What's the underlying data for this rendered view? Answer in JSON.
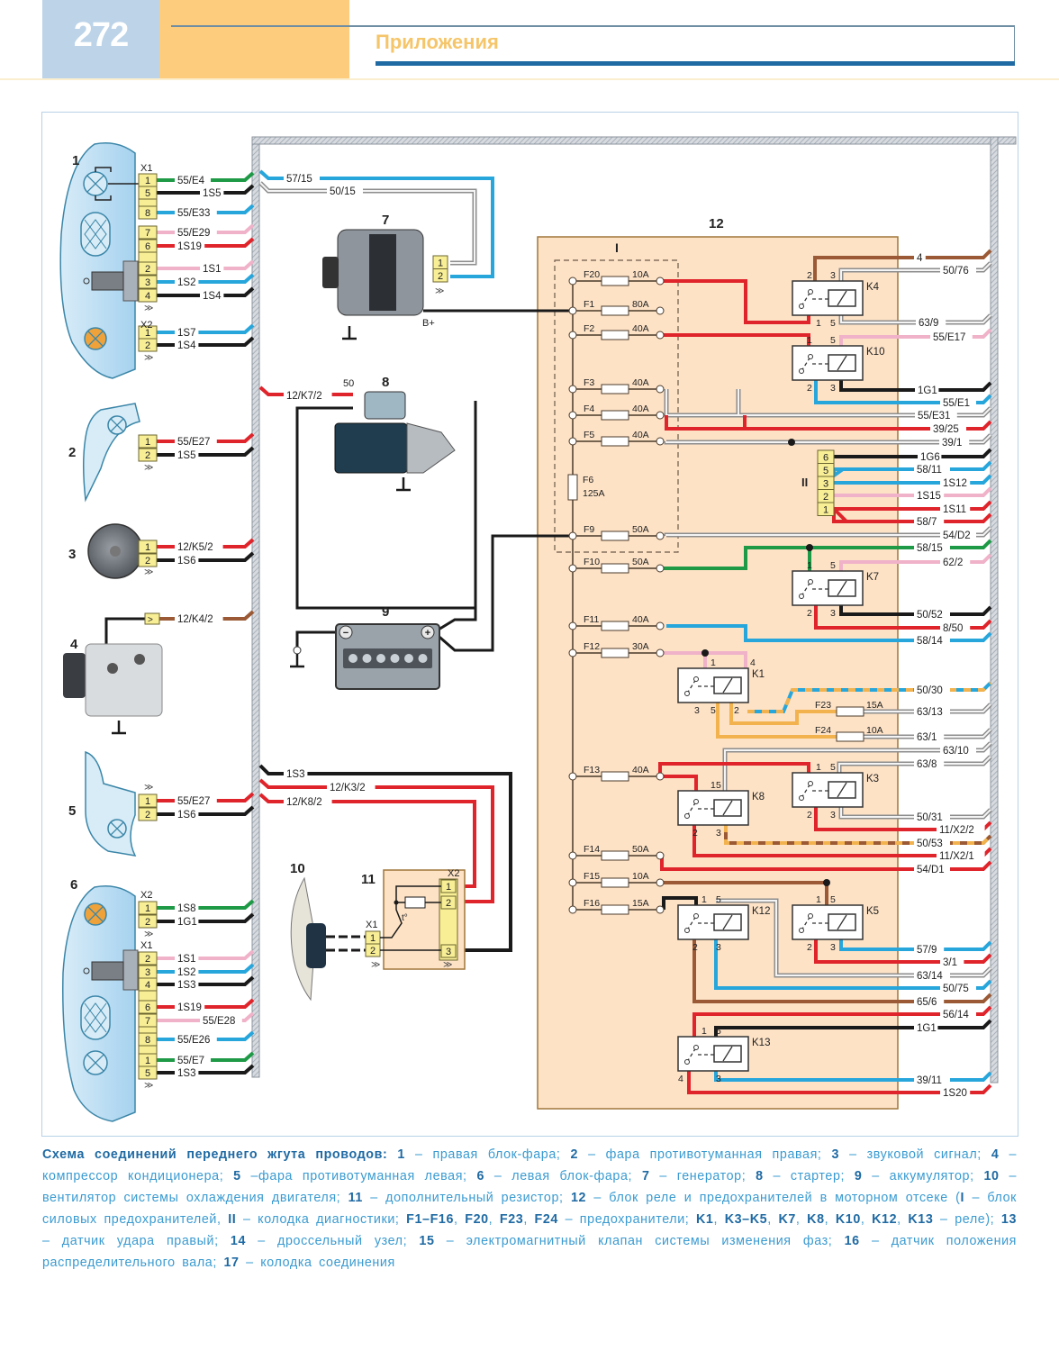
{
  "header": {
    "page_number": "272",
    "section_title": "Приложения"
  },
  "colors": {
    "green": "#1e9a46",
    "black": "#1a1a1a",
    "blue": "#27a6dc",
    "pink": "#f0b2c8",
    "red": "#e0242b",
    "gray": "#a9a9a9",
    "brown": "#9b5a35",
    "orange": "#f2b34e",
    "relay_block_bg": "#fde2c6",
    "connector_yellow": "#f8ee96"
  },
  "components": {
    "c1": {
      "number": "1",
      "name": "правая блок-фара"
    },
    "c2": {
      "number": "2",
      "name": "фара противотуманная правая"
    },
    "c3": {
      "number": "3",
      "name": "звуковой сигнал"
    },
    "c4": {
      "number": "4",
      "name": "компрессор кондиционера"
    },
    "c5": {
      "number": "5",
      "name": "фара противотуманная левая"
    },
    "c6": {
      "number": "6",
      "name": "левая блок-фара"
    },
    "c7": {
      "number": "7",
      "name": "генератор",
      "terminal": "B+"
    },
    "c8": {
      "number": "8",
      "name": "стартер",
      "terminal": "50"
    },
    "c9": {
      "number": "9",
      "name": "аккумулятор"
    },
    "c10": {
      "number": "10",
      "name": "вентилятор системы охлаждения двигателя"
    },
    "c11": {
      "number": "11",
      "name": "дополнительный резистор",
      "temp_label": "t°"
    },
    "c12": {
      "number": "12",
      "name": "блок реле и предохранителей в моторном отсеке",
      "sub_I": "I",
      "sub_II": "II"
    }
  },
  "left_wires": {
    "c1_x1": {
      "label": "X1",
      "pins": [
        {
          "pin": "1",
          "wire": "55/E4",
          "color": "green"
        },
        {
          "pin": "5",
          "wire": "1S5",
          "color": "black"
        },
        {
          "pin": "8",
          "wire": "55/E33",
          "color": "blue"
        },
        {
          "pin": "7",
          "wire": "55/E29",
          "color": "pink"
        },
        {
          "pin": "6",
          "wire": "1S19",
          "color": "red"
        },
        {
          "pin": "2",
          "wire": "1S1",
          "color": "pink"
        },
        {
          "pin": "3",
          "wire": "1S2",
          "color": "blue"
        },
        {
          "pin": "4",
          "wire": "1S4",
          "color": "black"
        }
      ]
    },
    "c1_x2": {
      "label": "X2",
      "pins": [
        {
          "pin": "1",
          "wire": "1S7",
          "color": "blue"
        },
        {
          "pin": "2",
          "wire": "1S4",
          "color": "black"
        }
      ]
    },
    "c2": {
      "pins": [
        {
          "pin": "1",
          "wire": "55/E27",
          "color": "red"
        },
        {
          "pin": "2",
          "wire": "1S5",
          "color": "black"
        }
      ]
    },
    "c3": {
      "pins": [
        {
          "pin": "1",
          "wire": "12/K5/2",
          "color": "red"
        },
        {
          "pin": "2",
          "wire": "1S6",
          "color": "black"
        }
      ]
    },
    "c4": {
      "pins": [
        {
          "pin": "",
          "wire": "12/K4/2",
          "color": "brown"
        }
      ]
    },
    "c5": {
      "pins": [
        {
          "pin": "1",
          "wire": "55/E27",
          "color": "red"
        },
        {
          "pin": "2",
          "wire": "1S6",
          "color": "black"
        }
      ]
    },
    "c6_x2": {
      "label": "X2",
      "pins": [
        {
          "pin": "1",
          "wire": "1S8",
          "color": "green"
        },
        {
          "pin": "2",
          "wire": "1G1",
          "color": "black"
        }
      ]
    },
    "c6_x1": {
      "label": "X1",
      "pins": [
        {
          "pin": "2",
          "wire": "1S1",
          "color": "pink"
        },
        {
          "pin": "3",
          "wire": "1S2",
          "color": "blue"
        },
        {
          "pin": "4",
          "wire": "1S3",
          "color": "black"
        },
        {
          "pin": "6",
          "wire": "1S19",
          "color": "red"
        },
        {
          "pin": "7",
          "wire": "55/E28",
          "color": "pink"
        },
        {
          "pin": "8",
          "wire": "55/E26",
          "color": "blue"
        },
        {
          "pin": "1",
          "wire": "55/E7",
          "color": "green"
        },
        {
          "pin": "5",
          "wire": "1S3",
          "color": "black"
        }
      ]
    }
  },
  "middle_wires": {
    "gen_1": {
      "pin": "1",
      "wire": "50/15",
      "color": "gray"
    },
    "gen_2": {
      "pin": "2",
      "wire": "57/15",
      "color": "blue"
    },
    "starter": {
      "wire": "12/K7/2",
      "color": "red"
    },
    "fan_1s3": {
      "wire": "1S3",
      "color": "black"
    },
    "fan_k3": {
      "wire": "12/K3/2",
      "color": "red"
    },
    "fan_k8": {
      "wire": "12/K8/2",
      "color": "red"
    },
    "res_x1": {
      "label": "X1",
      "pins": [
        "1",
        "2"
      ]
    },
    "res_x2": {
      "label": "X2",
      "pins": [
        "1",
        "2",
        "3"
      ]
    }
  },
  "fuses": [
    {
      "id": "F20",
      "rating": "10A"
    },
    {
      "id": "F1",
      "rating": "80A"
    },
    {
      "id": "F2",
      "rating": "40A"
    },
    {
      "id": "F3",
      "rating": "40A"
    },
    {
      "id": "F4",
      "rating": "40A"
    },
    {
      "id": "F5",
      "rating": "40A"
    },
    {
      "id": "F6",
      "rating": "125A"
    },
    {
      "id": "F9",
      "rating": "50A"
    },
    {
      "id": "F10",
      "rating": "50A"
    },
    {
      "id": "F11",
      "rating": "40A"
    },
    {
      "id": "F12",
      "rating": "30A"
    },
    {
      "id": "F13",
      "rating": "40A"
    },
    {
      "id": "F14",
      "rating": "50A"
    },
    {
      "id": "F15",
      "rating": "10A"
    },
    {
      "id": "F16",
      "rating": "15A"
    },
    {
      "id": "F23",
      "rating": "15A"
    },
    {
      "id": "F24",
      "rating": "10A"
    }
  ],
  "relays": [
    {
      "id": "K4",
      "pins": [
        "2",
        "3",
        "1",
        "5"
      ]
    },
    {
      "id": "K10",
      "pins": [
        "1",
        "5",
        "2",
        "3"
      ]
    },
    {
      "id": "K7",
      "pins": [
        "1",
        "5",
        "2",
        "3"
      ]
    },
    {
      "id": "K1",
      "pins": [
        "1",
        "4",
        "3",
        "5",
        "2"
      ]
    },
    {
      "id": "K8",
      "pins": [
        "1",
        "5",
        "2",
        "3"
      ]
    },
    {
      "id": "K3",
      "pins": [
        "1",
        "5",
        "2",
        "3"
      ]
    },
    {
      "id": "K12",
      "pins": [
        "1",
        "5",
        "2",
        "3"
      ]
    },
    {
      "id": "K5",
      "pins": [
        "1",
        "5",
        "2",
        "3"
      ]
    },
    {
      "id": "K13",
      "pins": [
        "1",
        "5",
        "4",
        "3"
      ]
    }
  ],
  "diag_connector": {
    "label": "II",
    "pins": [
      "6",
      "5",
      "3",
      "2",
      "1"
    ]
  },
  "right_wires": [
    {
      "wire": "4",
      "color": "brown"
    },
    {
      "wire": "50/76",
      "color": "gray"
    },
    {
      "wire": "63/9",
      "color": "gray"
    },
    {
      "wire": "55/E17",
      "color": "pink"
    },
    {
      "wire": "1G1",
      "color": "black"
    },
    {
      "wire": "55/E1",
      "color": "blue"
    },
    {
      "wire": "55/E31",
      "color": "gray"
    },
    {
      "wire": "39/25",
      "color": "red"
    },
    {
      "wire": "39/1",
      "color": "gray"
    },
    {
      "wire": "1G6",
      "color": "black"
    },
    {
      "wire": "58/11",
      "color": "blue"
    },
    {
      "wire": "1S12",
      "color": "blue"
    },
    {
      "wire": "1S15",
      "color": "pink"
    },
    {
      "wire": "1S11",
      "color": "red"
    },
    {
      "wire": "58/7",
      "color": "red"
    },
    {
      "wire": "54/D2",
      "color": "gray"
    },
    {
      "wire": "58/15",
      "color": "green"
    },
    {
      "wire": "62/2",
      "color": "pink"
    },
    {
      "wire": "50/52",
      "color": "black"
    },
    {
      "wire": "8/50",
      "color": "red"
    },
    {
      "wire": "58/14",
      "color": "blue"
    },
    {
      "wire": "50/30",
      "color": "blue-orange"
    },
    {
      "wire": "63/13",
      "color": "gray"
    },
    {
      "wire": "63/1",
      "color": "gray"
    },
    {
      "wire": "63/10",
      "color": "gray"
    },
    {
      "wire": "63/8",
      "color": "gray"
    },
    {
      "wire": "50/31",
      "color": "gray"
    },
    {
      "wire": "11/X2/2",
      "color": "red"
    },
    {
      "wire": "50/53",
      "color": "brown-orange"
    },
    {
      "wire": "11/X2/1",
      "color": "red"
    },
    {
      "wire": "54/D1",
      "color": "red"
    },
    {
      "wire": "57/9",
      "color": "blue"
    },
    {
      "wire": "3/1",
      "color": "red"
    },
    {
      "wire": "63/14",
      "color": "gray"
    },
    {
      "wire": "50/75",
      "color": "blue"
    },
    {
      "wire": "65/6",
      "color": "brown"
    },
    {
      "wire": "56/14",
      "color": "red"
    },
    {
      "wire": "1G1",
      "color": "black"
    },
    {
      "wire": "39/11",
      "color": "blue"
    },
    {
      "wire": "1S20",
      "color": "red"
    }
  ],
  "caption": {
    "title": "Схема соединений переднего жгута проводов:",
    "items": [
      {
        "n": "1",
        "t": "правая блок-фара;"
      },
      {
        "n": "2",
        "t": "фара противотуманная правая;"
      },
      {
        "n": "3",
        "t": "звуковой сигнал;"
      },
      {
        "n": "4",
        "t": "компрессор кондиционера;"
      },
      {
        "n": "5",
        "t": "фара противотуманная левая;"
      },
      {
        "n": "6",
        "t": "левая блок-фара;"
      },
      {
        "n": "7",
        "t": "генератор;"
      },
      {
        "n": "8",
        "t": "стартер;"
      },
      {
        "n": "9",
        "t": "аккумулятор;"
      },
      {
        "n": "10",
        "t": "вентилятор системы охлаждения двигателя;"
      },
      {
        "n": "11",
        "t": "дополнительный резистор;"
      },
      {
        "n": "12",
        "t": "блок реле и предохранителей в моторном отсеке (I – блок силовых предохранителей, II – колодка диагностики; F1–F16, F20, F23, F24 – предохранители; K1, K3–K5, K7, K8, K10, K12, K13 – реле);"
      },
      {
        "n": "13",
        "t": "датчик удара правый;"
      },
      {
        "n": "14",
        "t": "дроссельный узел;"
      },
      {
        "n": "15",
        "t": "электромагнитный клапан системы изменения фаз;"
      },
      {
        "n": "16",
        "t": "датчик положения распределительного вала;"
      },
      {
        "n": "17",
        "t": "колодка соединения"
      }
    ],
    "html_text": "<span class=\"title\">Схема соединений переднего жгута проводов:</span> <b>1</b> – правая блок-фара; <b>2</b> – фара противотуманная правая; <b>3</b> – звуковой сигнал; <b>4</b> – компрессор кондиционера; <b>5</b> –фара противотуманная левая; <b>6</b> – левая блок-фара; <b>7</b> – генератор; <b>8</b> – стартер; <b>9</b> – аккумулятор; <b>10</b> – вентилятор системы охлаждения двигателя; <b>11</b> – дополнительный резистор; <b>12</b> – блок реле и предохранителей в моторном отсеке (<b>I</b> – блок силовых предохранителей, <b>II</b> – колодка диагностики; <b>F1–F16</b>, <b>F20</b>, <b>F23</b>, <b>F24</b> – предохранители; <b>K1</b>, <b>K3–K5</b>, <b>K7</b>, <b>K8</b>, <b>K10</b>, <b>K12</b>, <b>K13</b> – реле); <b>13</b> – датчик удара правый; <b>14</b> – дроссельный узел; <b>15</b> – электромагнитный клапан системы изменения фаз; <b>16</b> – датчик положения распределительного вала; <b>17</b> – колодка соединения"
  }
}
